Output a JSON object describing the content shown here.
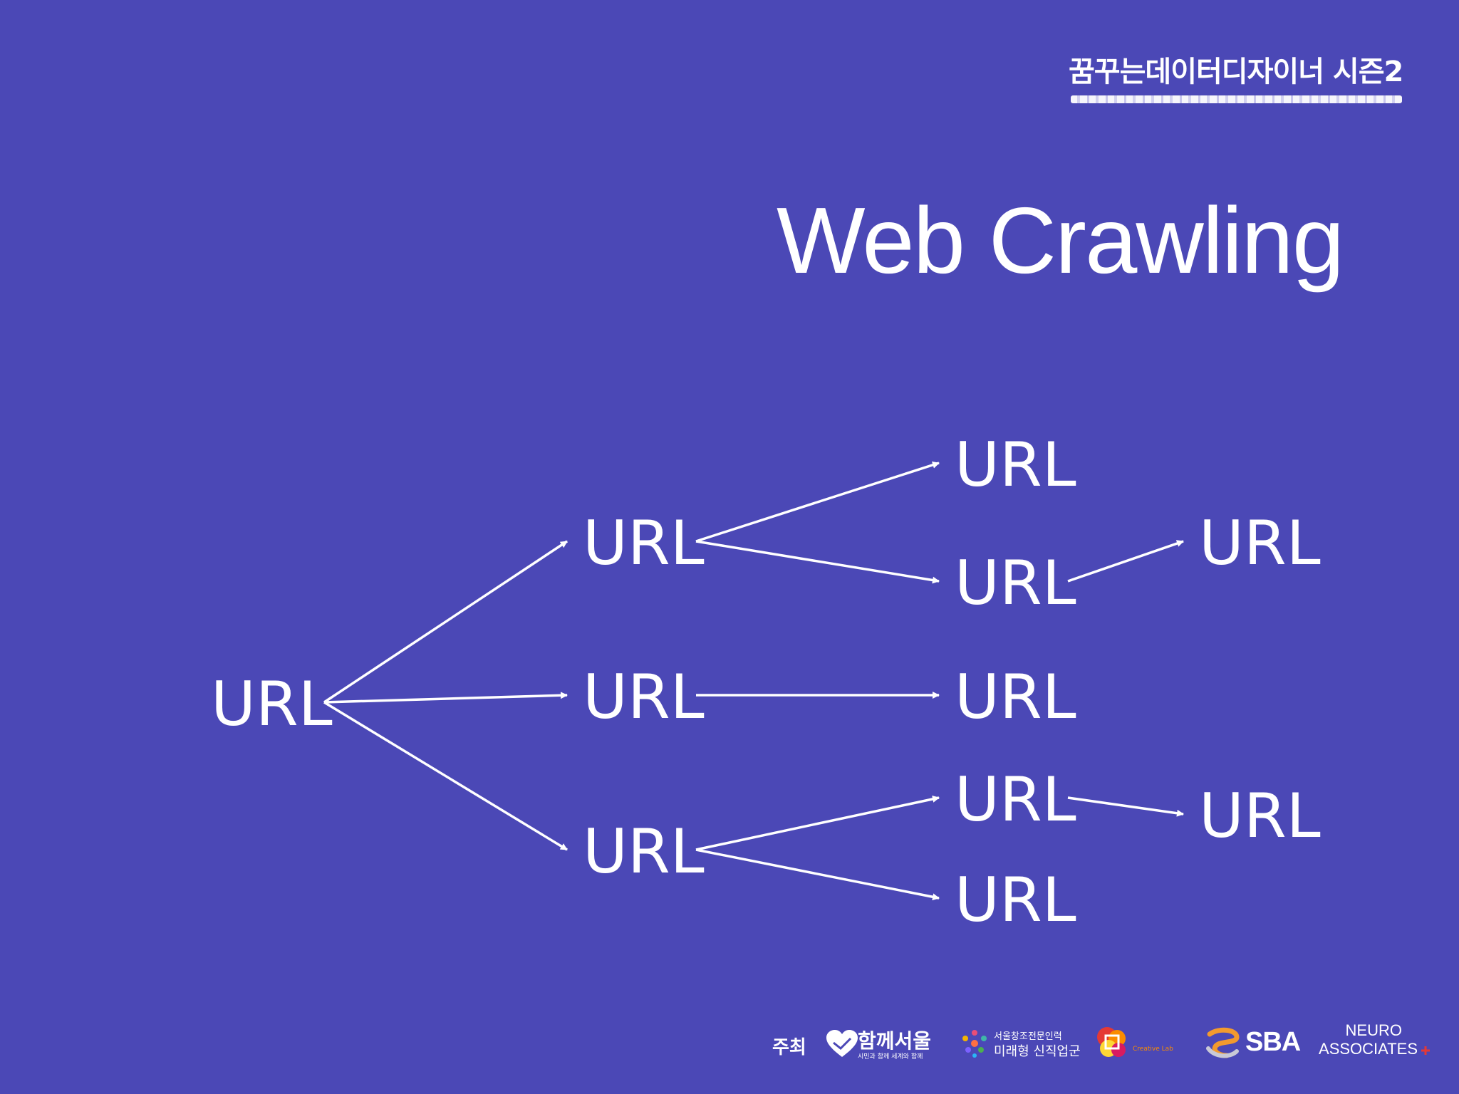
{
  "header": {
    "series_title": "꿈꾸는데이터디자이너 시즌2"
  },
  "slide": {
    "title": "Web Crawling"
  },
  "diagram": {
    "nodes": [
      {
        "id": "root",
        "label": "URL"
      },
      {
        "id": "l1_top",
        "label": "URL"
      },
      {
        "id": "l1_mid",
        "label": "URL"
      },
      {
        "id": "l1_bot",
        "label": "URL"
      },
      {
        "id": "l2_a",
        "label": "URL"
      },
      {
        "id": "l2_b",
        "label": "URL"
      },
      {
        "id": "l2_c",
        "label": "URL"
      },
      {
        "id": "l2_d",
        "label": "URL"
      },
      {
        "id": "l2_e",
        "label": "URL"
      },
      {
        "id": "l3_a",
        "label": "URL"
      },
      {
        "id": "l3_b",
        "label": "URL"
      }
    ],
    "edges": [
      [
        "root",
        "l1_top"
      ],
      [
        "root",
        "l1_mid"
      ],
      [
        "root",
        "l1_bot"
      ],
      [
        "l1_top",
        "l2_a"
      ],
      [
        "l1_top",
        "l2_b"
      ],
      [
        "l1_mid",
        "l2_c"
      ],
      [
        "l1_bot",
        "l2_d"
      ],
      [
        "l1_bot",
        "l2_e"
      ],
      [
        "l2_b",
        "l3_a"
      ],
      [
        "l2_d",
        "l3_b"
      ]
    ]
  },
  "footer": {
    "host_label": "주최",
    "logos": {
      "seoul_main": "함께서울",
      "seoul_sub": "시민과 함께 세계와 함께",
      "future_top": "서울창조전문인력",
      "future_bottom": "미래형 신직업군",
      "creative_lab": "Creative Lab",
      "sba": "SBA",
      "neuro_line1": "NEURO",
      "neuro_line2": "ASSOCIATES"
    }
  },
  "colors": {
    "background": "#4b48b6",
    "foreground": "#ffffff"
  }
}
